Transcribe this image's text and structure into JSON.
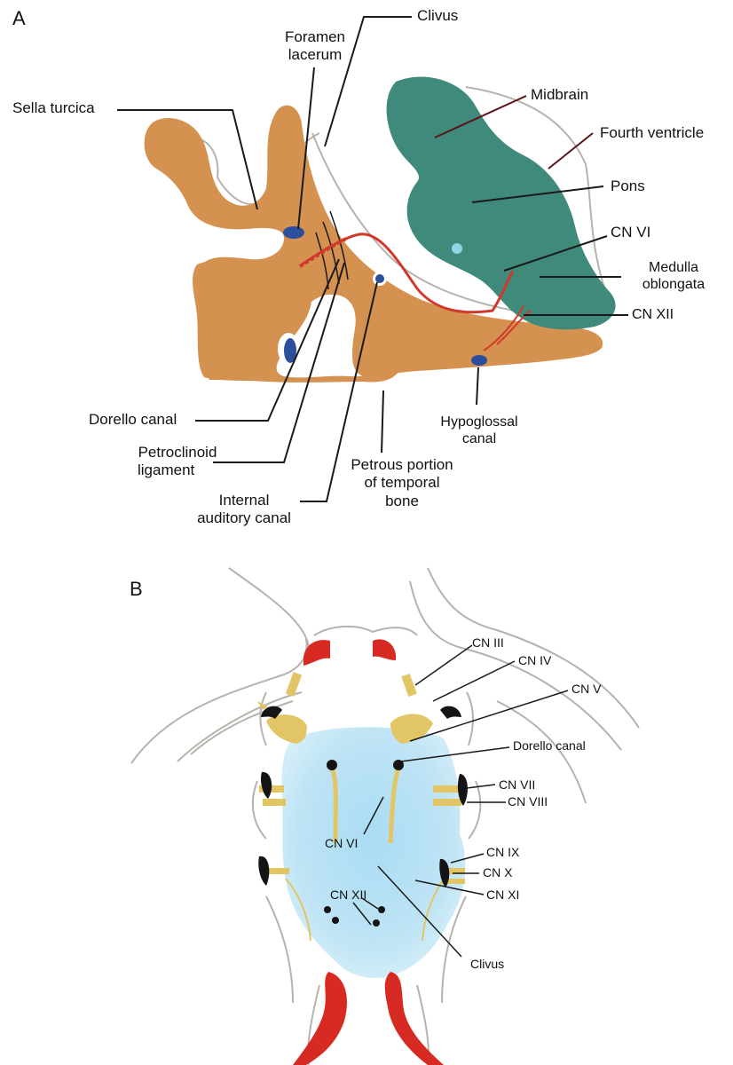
{
  "panels": {
    "a": {
      "letter": "A",
      "labels": {
        "clivus": "Clivus",
        "foramen_lacerum": [
          "Foramen",
          "lacerum"
        ],
        "sella_turcica": "Sella turcica",
        "midbrain": "Midbrain",
        "fourth_ventricle": "Fourth ventricle",
        "pons": "Pons",
        "cn_vi": "CN VI",
        "medulla_oblongata": [
          "Medulla",
          "oblongata"
        ],
        "cn_xii": "CN XII",
        "dorello_canal": "Dorello canal",
        "hypoglossal_canal": [
          "Hypoglossal",
          "canal"
        ],
        "petroclinoid_ligament": [
          "Petroclinoid",
          "ligament"
        ],
        "petrous_portion": [
          "Petrous portion",
          "of temporal",
          "bone"
        ],
        "internal_auditory_canal": [
          "Internal",
          "auditory canal"
        ]
      }
    },
    "b": {
      "letter": "B",
      "labels": {
        "cn_iii": "CN III",
        "cn_iv": "CN IV",
        "cn_v": "CN V",
        "dorello_canal": "Dorello canal",
        "cn_vii": "CN VII",
        "cn_viii": "CN VIII",
        "cn_vi": "CN VI",
        "cn_ix": "CN IX",
        "cn_x": "CN X",
        "cn_xi": "CN XI",
        "cn_xii": "CN XII",
        "clivus": "Clivus"
      }
    }
  },
  "colors": {
    "bone": "#d4914f",
    "brainstem": "#3f8a7a",
    "canal": "#2b4f9a",
    "nerve_red": "#d0392b",
    "vessel_red": "#d62a22",
    "nerve_yellow": "#e2c564",
    "clivus_blue": "#bfe4f5",
    "canal_black": "#141414",
    "outline_gray": "#b8b2ac",
    "leader_dark": "#5a1418"
  }
}
